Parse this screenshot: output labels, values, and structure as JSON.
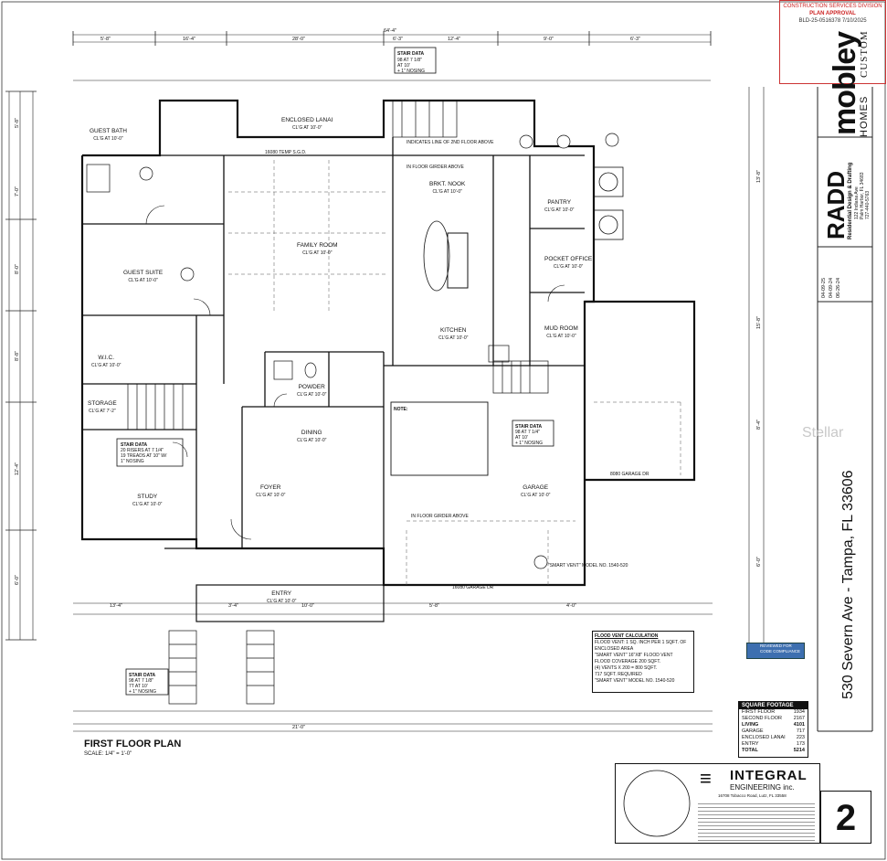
{
  "stamp": {
    "lines": [
      "CONSTRUCTION SERVICES DIVISION",
      "PLAN APPROVAL",
      "BLD-25-0516378    7/10/2025"
    ]
  },
  "brand": {
    "name": "mobley",
    "sub": "HOMES",
    "custom": "CUSTOM"
  },
  "radd": {
    "name": "RADD",
    "sub": "Residential Design & Drafting",
    "address1": "122 Indiana Ave",
    "address2": "Palm Harbor, FL 34683",
    "phone": "727-440-5763"
  },
  "revisions": [
    "04-09-25",
    "04-09-24",
    "06-26-24"
  ],
  "address": "530 Severn Ave - Tampa, FL 33606",
  "plan_title": "FIRST FLOOR PLAN",
  "scale": "SCALE: 1/4\" = 1'-0\"",
  "rooms": [
    {
      "id": "guest-bath",
      "name": "GUEST BATH",
      "clg": "CL'G AT 10'-0\""
    },
    {
      "id": "enclosed-lanai",
      "name": "ENCLOSED LANAI",
      "clg": "CL'G AT 10'-0\""
    },
    {
      "id": "brkt-nook",
      "name": "BRKT. NOOK",
      "clg": "CL'G AT 10'-0\""
    },
    {
      "id": "pantry",
      "name": "PANTRY",
      "clg": "CL'G AT 10'-0\""
    },
    {
      "id": "family-room",
      "name": "FAMILY ROOM",
      "clg": "CL'G AT 10'-0\""
    },
    {
      "id": "guest-suite",
      "name": "GUEST SUITE",
      "clg": "CL'G AT 10'-0\""
    },
    {
      "id": "pocket-office",
      "name": "POCKET OFFICE",
      "clg": "CL'G AT 10'-0\""
    },
    {
      "id": "kitchen",
      "name": "KITCHEN",
      "clg": "CL'G AT 10'-0\""
    },
    {
      "id": "mud-room",
      "name": "MUD ROOM",
      "clg": "CL'G AT 10'-0\""
    },
    {
      "id": "wic",
      "name": "W.I.C.",
      "clg": "CL'G AT 10'-0\""
    },
    {
      "id": "powder",
      "name": "POWDER",
      "clg": "CL'G AT 10'-0\""
    },
    {
      "id": "storage",
      "name": "STORAGE",
      "clg": "CL'G AT 7'-2\""
    },
    {
      "id": "dining",
      "name": "DINING",
      "clg": "CL'G AT 10'-0\""
    },
    {
      "id": "study",
      "name": "STUDY",
      "clg": "CL'G AT 10'-0\""
    },
    {
      "id": "foyer",
      "name": "FOYER",
      "clg": "CL'G AT 10'-0\""
    },
    {
      "id": "garage",
      "name": "GARAGE",
      "clg": "CL'G AT 10'-0\""
    },
    {
      "id": "entry",
      "name": "ENTRY",
      "clg": "CL'G AT 10'-0\""
    }
  ],
  "notes": {
    "stair_top": [
      "STAIR DATA",
      "98 AT 7 1/8\"",
      "AT 10'",
      "+ 1\" NOSING"
    ],
    "stair_left": [
      "STAIR DATA",
      "20 RISERS AT 7 1/4\"",
      "19 TREADS AT 10\" W/",
      "1\" NOSING"
    ],
    "stair_garage": [
      "STAIR DATA",
      "98 AT 7 1/4\"",
      "AT 10'",
      "+ 1\" NOSING"
    ],
    "stair_entry": [
      "STAIR DATA",
      "98 AT 7 1/8\"",
      "7T AT 10'",
      "+ 1\" NOSING"
    ],
    "garage_note_title": "NOTE:",
    "garage_door_top": "16080 TEMP S.G.D.",
    "garage_door": "16080 GARAGE DR",
    "garage_side_door": "8080 GARAGE DR",
    "second_floor_above": "INDICATES LINE OF 2ND FLOOR ABOVE",
    "girder_above": "IN FLOOR GIRDER ABOVE",
    "smart_vent": "\"SMART VENT\" MODEL NO. 1540-520"
  },
  "dimensions": {
    "overall_width": "64'-4\"",
    "top": [
      "5'-8\"",
      "16'-4\"",
      "28'-0\"",
      "6'-3\"",
      "12'-4\"",
      "9'-0\"",
      "6'-3\""
    ],
    "left": [
      "5'-8\"",
      "7'-0\"",
      "8'-0\"",
      "8'-8\"",
      "12'-4\"",
      "6'-0\""
    ],
    "right": [
      "13'-8\"",
      "15'-8\"",
      "8'-4\"",
      "6'-0\""
    ],
    "bottom": [
      "13'-4\"",
      "3'-4\"",
      "10'-0\"",
      "5'-8\"",
      "21'-0\"",
      "4'-0\""
    ]
  },
  "vent": {
    "title": "FLOOD VENT CALCULATION",
    "lines": [
      "FLOOD VENT: 1 SQ. INCH PER 1 SQFT. OF ENCLOSED AREA",
      "\"SMART VENT\" 16\"X8\" FLOOD VENT",
      "FLOOD COVERAGE 200 SQFT.",
      "(4) VENTS X 200 = 800 SQFT.",
      "717 SQFT. REQUIRED"
    ],
    "model": "\"SMART VENT\" MODEL NO. 1540-520"
  },
  "square_footage": {
    "title": "SQUARE FOOTAGE",
    "rows": [
      {
        "label": "FIRST FLOOR",
        "value": "1934"
      },
      {
        "label": "SECOND FLOOR",
        "value": "2167"
      },
      {
        "label": "LIVING",
        "value": "4101"
      },
      {
        "label": "GARAGE",
        "value": "717"
      },
      {
        "label": "ENCLOSED LANAI",
        "value": "223"
      },
      {
        "label": "ENTRY",
        "value": "173"
      },
      {
        "label": "TOTAL",
        "value": "5214"
      }
    ]
  },
  "engineer": {
    "name": "INTEGRAL",
    "sub": "ENGINEERING inc.",
    "address": "16708 Tobacco Road, Lutz, FL 33558"
  },
  "sheet_number": "2",
  "reviewed": "REVIEWED FOR CODE COMPLIANCE",
  "watermark": "Stellar",
  "colors": {
    "ink": "#111111",
    "stamp": "#cc2222",
    "reviewed": "#3d6fb0"
  }
}
